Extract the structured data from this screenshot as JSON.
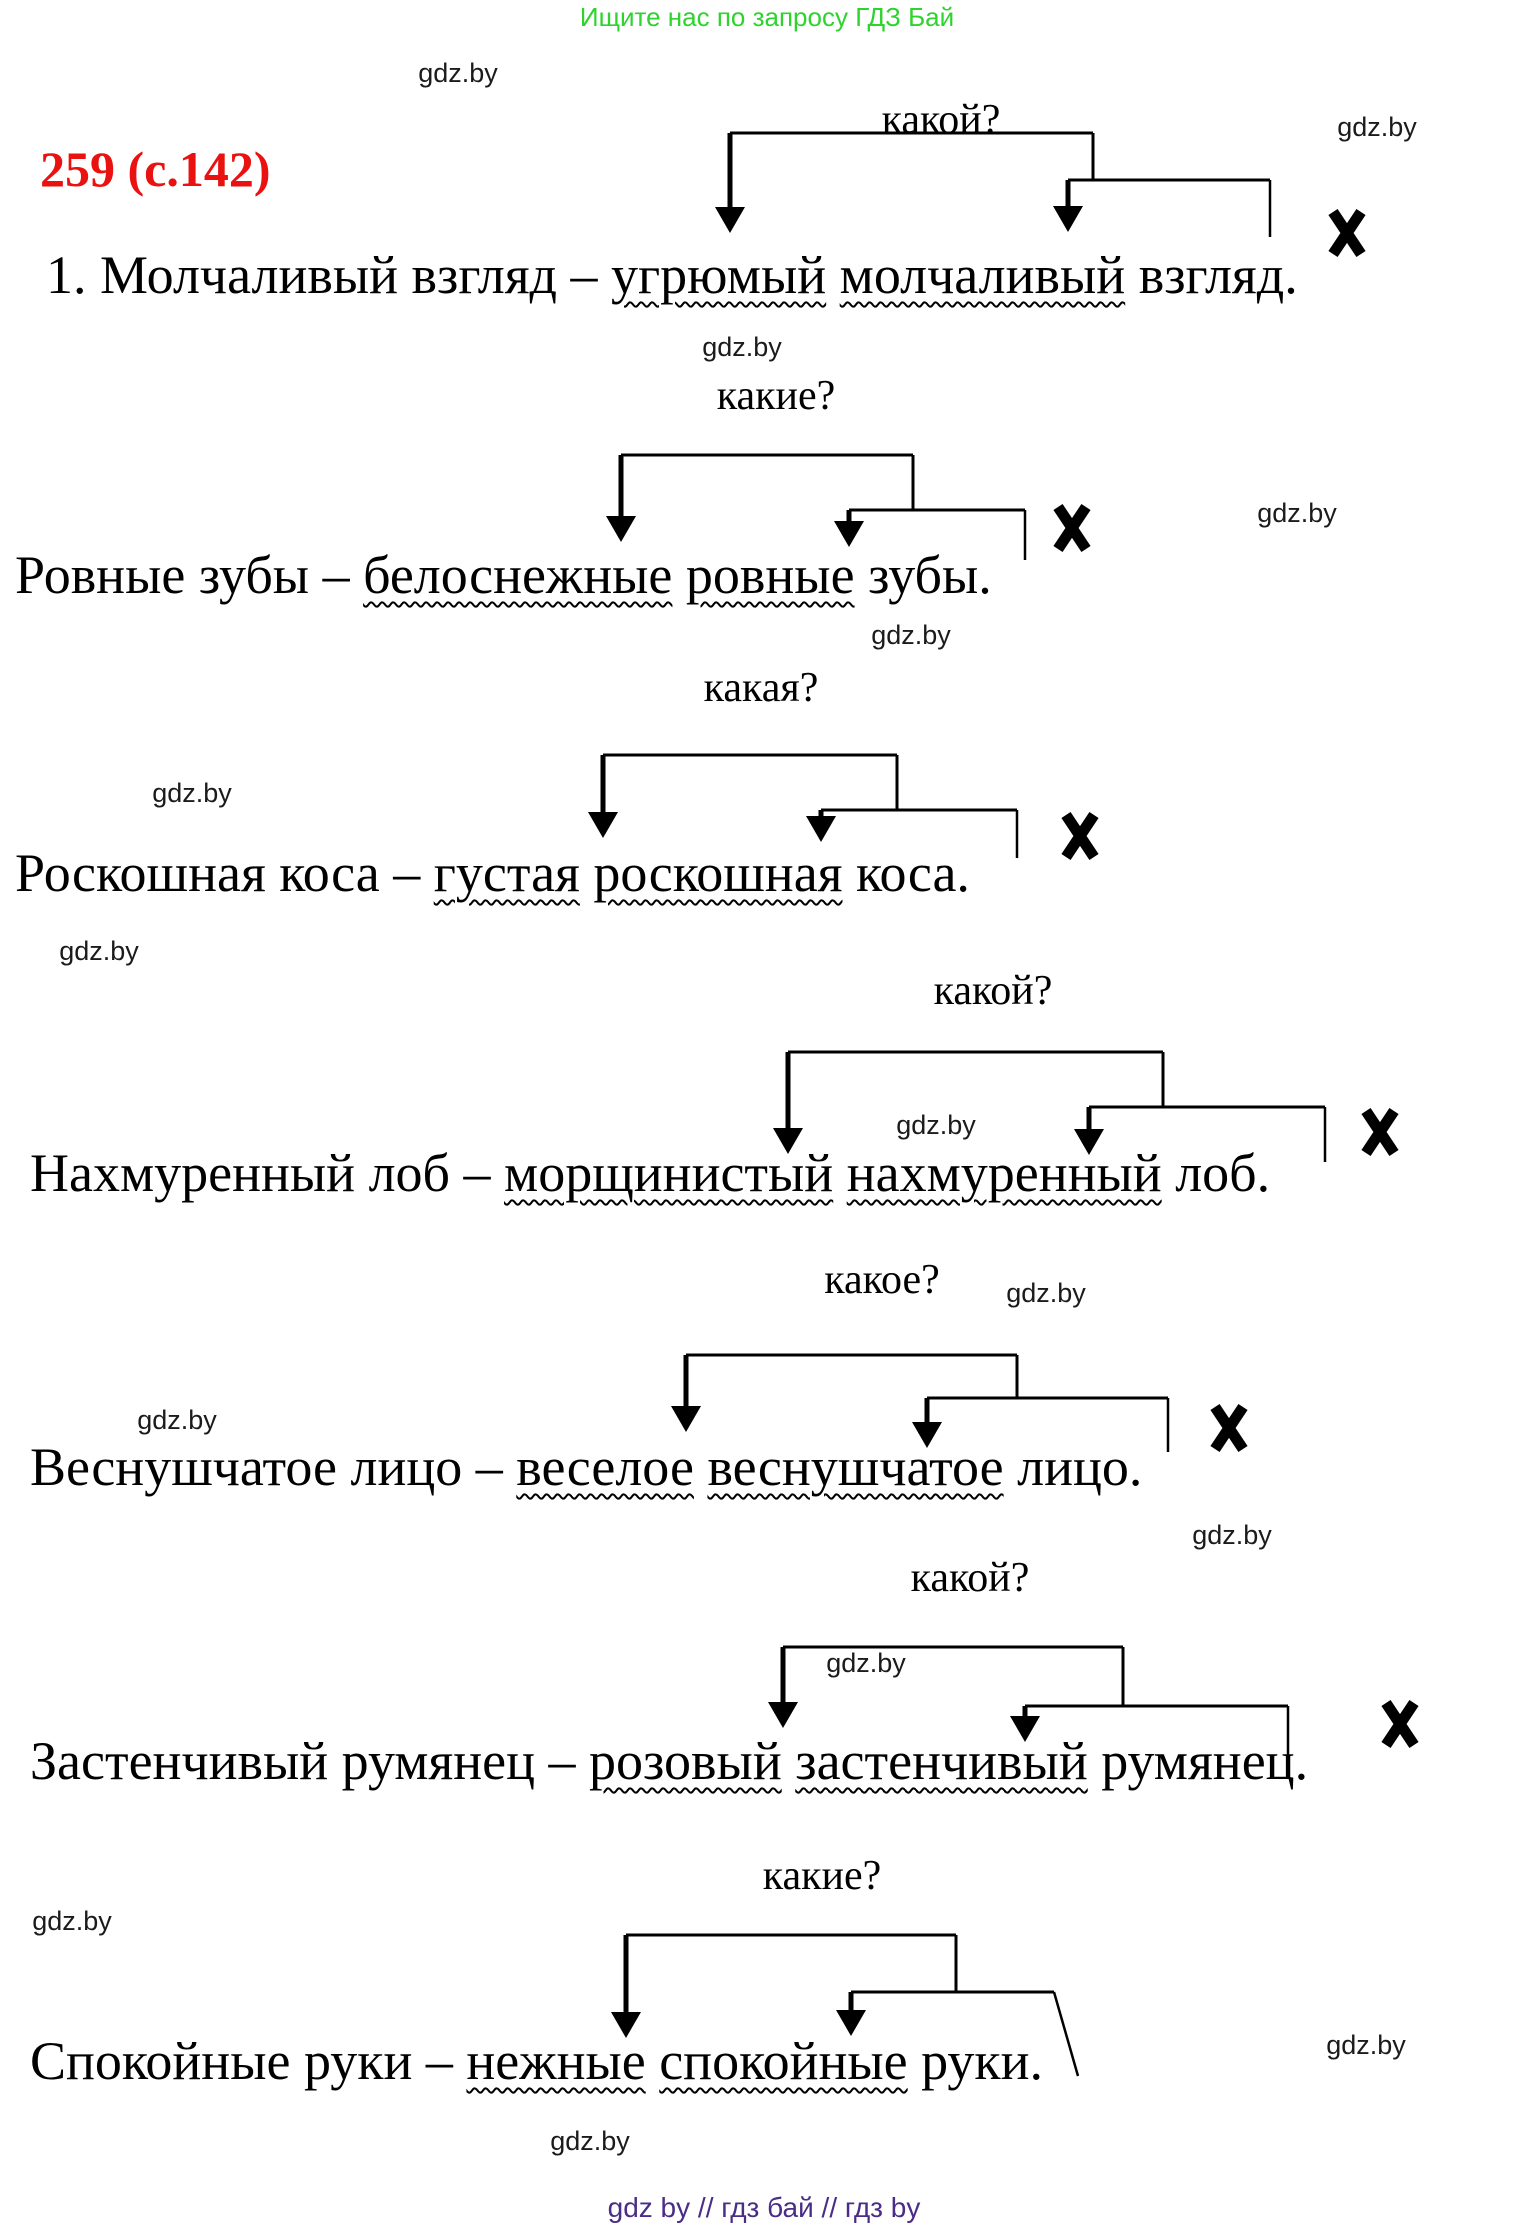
{
  "header": {
    "promo": "Ищите нас по запросу ГДЗ Бай"
  },
  "exercise": {
    "number": "259 (с.142)"
  },
  "watermark": {
    "text": "gdz.by"
  },
  "colors": {
    "green": "#2ed32e",
    "red": "#ea1111",
    "purple": "#4a2d86",
    "ink": "#000000"
  },
  "footer": {
    "text": "gdz by  //  гдз бай  //  гдз by"
  },
  "blocks": [
    {
      "question": "какой?",
      "sentence_parts": [
        {
          "text": "1. Молчаливый взгляд – ",
          "wavy": false
        },
        {
          "text": "угрюмый",
          "wavy": true
        },
        {
          "text": " ",
          "wavy": false
        },
        {
          "text": "молчаливый",
          "wavy": true
        },
        {
          "text": " взгляд.",
          "wavy": false
        }
      ]
    },
    {
      "question": "какие?",
      "sentence_parts": [
        {
          "text": "Ровные зубы – ",
          "wavy": false
        },
        {
          "text": "белоснежные",
          "wavy": true
        },
        {
          "text": " ",
          "wavy": false
        },
        {
          "text": "ровные",
          "wavy": true
        },
        {
          "text": " зубы.",
          "wavy": false
        }
      ]
    },
    {
      "question": "какая?",
      "sentence_parts": [
        {
          "text": "Роскошная коса – ",
          "wavy": false
        },
        {
          "text": "густая",
          "wavy": true
        },
        {
          "text": " ",
          "wavy": false
        },
        {
          "text": "роскошная",
          "wavy": true
        },
        {
          "text": " коса.",
          "wavy": false
        }
      ]
    },
    {
      "question": "какой?",
      "sentence_parts": [
        {
          "text": "Нахмуренный лоб – ",
          "wavy": false
        },
        {
          "text": "морщинистый",
          "wavy": true
        },
        {
          "text": " ",
          "wavy": false
        },
        {
          "text": "нахмуренный",
          "wavy": true
        },
        {
          "text": " лоб.",
          "wavy": false
        }
      ]
    },
    {
      "question": "какое?",
      "sentence_parts": [
        {
          "text": "Веснушчатое лицо – ",
          "wavy": false
        },
        {
          "text": "веселое",
          "wavy": true
        },
        {
          "text": " ",
          "wavy": false
        },
        {
          "text": "веснушчатое",
          "wavy": true
        },
        {
          "text": " лицо.",
          "wavy": false
        }
      ]
    },
    {
      "question": "какой?",
      "sentence_parts": [
        {
          "text": "Застенчивый румянец – ",
          "wavy": false
        },
        {
          "text": "розовый",
          "wavy": true
        },
        {
          "text": " ",
          "wavy": false
        },
        {
          "text": "застенчивый",
          "wavy": true
        },
        {
          "text": " румянец.",
          "wavy": false
        }
      ]
    },
    {
      "question": "какие?",
      "sentence_parts": [
        {
          "text": "Спокойные руки – ",
          "wavy": false
        },
        {
          "text": "нежные",
          "wavy": true
        },
        {
          "text": " ",
          "wavy": false
        },
        {
          "text": "спокойные",
          "wavy": true
        },
        {
          "text": " руки.",
          "wavy": false
        }
      ]
    }
  ]
}
